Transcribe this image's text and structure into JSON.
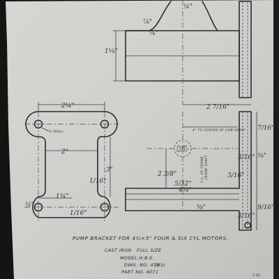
{
  "drawing": {
    "title": "PUMP BRACKET FOR 4½×5\" FOUR & SIX CYL MOTORS.",
    "material": "CAST IRON",
    "scale": "FULL SIZE",
    "model": "MODEL H.B.E.",
    "dwg_no": "DWG. NO. 478",
    "dwg_suffix": "(B3)",
    "part_no": "PART NO. 4071",
    "center_note": "4\" TO CENTER OF CAM SHAFT",
    "pump_shaft_top": "PUMP",
    "pump_shaft_bottom": "SHAFT",
    "drill_note": "¼ DRILL",
    "center_crank_note_1": "C.L. OF CRANK",
    "center_crank_note_2": "CRANK SHAFT",
    "page_mark": "2·82"
  },
  "dimensions": {
    "left_width": "2¼\"",
    "left_inner": "2\"",
    "left_height": "3\"",
    "left_foot": "1¾\"",
    "left_foot_small": "½\"",
    "left_side_small": "1/16\"",
    "left_side_small2": "1/16\"",
    "top_boss": "⅞\"",
    "top_small": "¼\"",
    "top_height": "1⅛\"",
    "right_offset": "2 7/16\"",
    "right_vertical": "2 3/8\"",
    "right_small": "5/32\"",
    "right_web": "4⅝\"",
    "right_base": "⅜\"",
    "right_flange": "3/16\"",
    "right_side_a": "7/16\"",
    "right_side_b": "⅜\"",
    "right_side_c": "3/16\"",
    "right_side_d": "3/16\"",
    "right_side_e": "9/16\""
  },
  "colors": {
    "paper": "#cfd0cc",
    "ink": "#2c2c2c",
    "border": "#0e0e0e"
  }
}
